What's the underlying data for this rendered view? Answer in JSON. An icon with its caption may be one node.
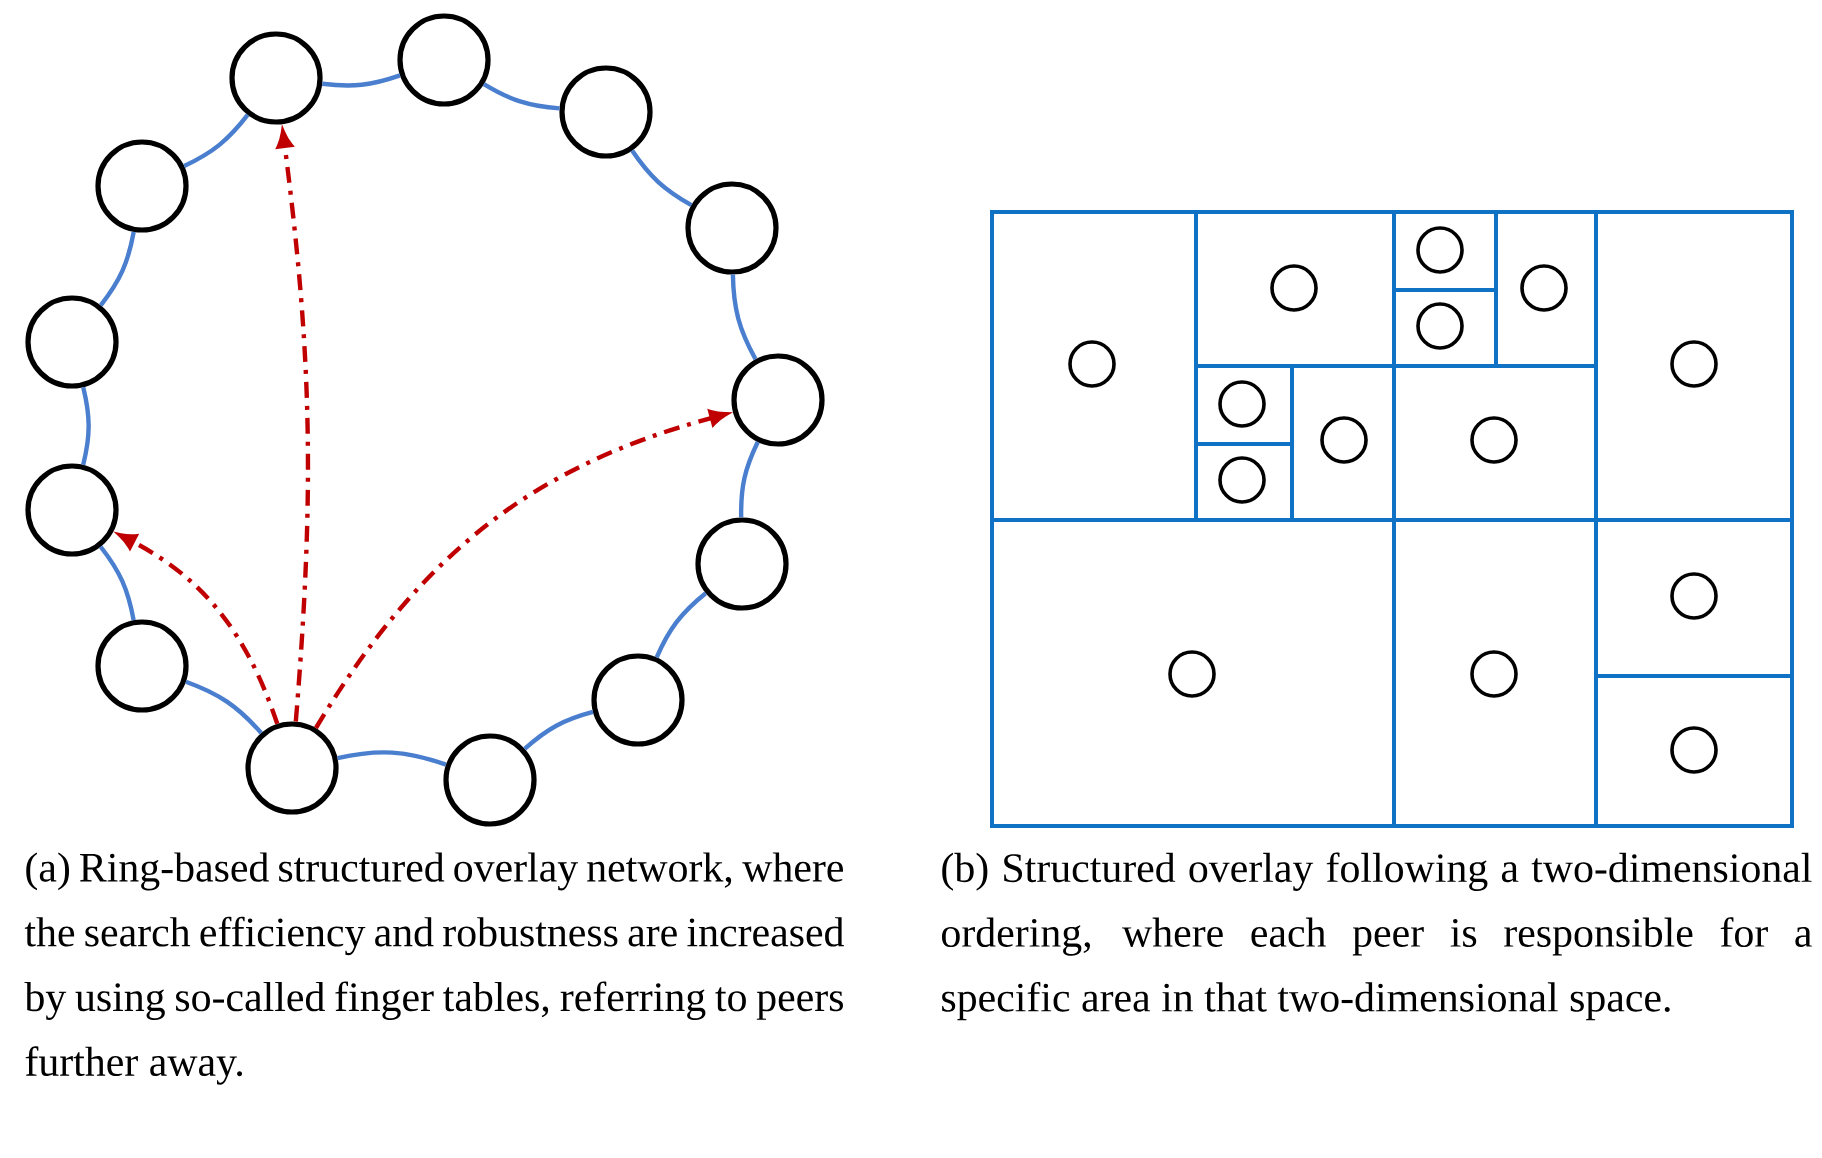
{
  "diagram": {
    "nodes": [
      {
        "text": [],
        "shape": "circle"
      },
      {
        "text": [],
        "shape": "circle"
      },
      {
        "text": [],
        "shape": "circle"
      },
      {
        "text": [],
        "shape": "circle"
      },
      {
        "text": [],
        "shape": "circle"
      },
      {
        "text": [],
        "shape": "circle"
      },
      {
        "text": [],
        "shape": "circle"
      },
      {
        "text": [],
        "shape": "circle"
      },
      {
        "text": [],
        "shape": "circle"
      },
      {
        "text": [],
        "shape": "circle"
      },
      {
        "text": [],
        "shape": "circle"
      },
      {
        "text": [],
        "shape": "circle"
      },
      {
        "text": [],
        "shape": "circle"
      },
      {
        "text": [],
        "shape": "circle"
      },
      {
        "text": [],
        "shape": "circle"
      },
      {
        "text": [],
        "shape": "circle"
      },
      {
        "text": [],
        "shape": "circle"
      },
      {
        "text": [],
        "shape": "circle"
      },
      {
        "text": [],
        "shape": "circle"
      },
      {
        "text": [],
        "shape": "circle"
      },
      {
        "text": [],
        "shape": "circle"
      },
      {
        "text": [],
        "shape": "circle"
      },
      {
        "text": [],
        "shape": "circle"
      },
      {
        "text": [],
        "shape": "circle"
      },
      {
        "text": [],
        "shape": "circle"
      },
      {
        "text": [],
        "shape": "circle"
      },
      {
        "text": [],
        "shape": "circle"
      }
    ],
    "edges": [
      {
        "from": 0,
        "to": 1,
        "arrow": "none"
      },
      {
        "from": 1,
        "to": 2,
        "arrow": "none"
      },
      {
        "from": 2,
        "to": 3,
        "arrow": "none"
      },
      {
        "from": 3,
        "to": 4,
        "arrow": "none"
      },
      {
        "from": 4,
        "to": 5,
        "arrow": "none"
      },
      {
        "from": 5,
        "to": 6,
        "arrow": "none"
      },
      {
        "from": 6,
        "to": 7,
        "arrow": "none"
      },
      {
        "from": 7,
        "to": 8,
        "arrow": "none"
      },
      {
        "from": 8,
        "to": 9,
        "arrow": "none"
      },
      {
        "from": 9,
        "to": 10,
        "arrow": "none"
      },
      {
        "from": 10,
        "to": 11,
        "arrow": "none"
      },
      {
        "from": 11,
        "to": 12,
        "arrow": "none"
      },
      {
        "from": 12,
        "to": 0,
        "arrow": "none"
      },
      {
        "from": 8,
        "to": 0,
        "arrow": "to",
        "style": "dashed",
        "color": "#c00000"
      },
      {
        "from": 8,
        "to": 4,
        "arrow": "to",
        "style": "dashed",
        "color": "#c00000"
      },
      {
        "from": 8,
        "to": 10,
        "arrow": "to",
        "style": "dashed",
        "color": "#c00000"
      }
    ],
    "labels": [
      "(a) Ring-based structured overlay network, where the search efficiency and robustness are increased by using so-called finger tables, referring to peers further away.",
      "(b) Structured overlay following a two-dimensional ordering, where each peer is responsible for a specific area in that two-dimensional space."
    ]
  }
}
